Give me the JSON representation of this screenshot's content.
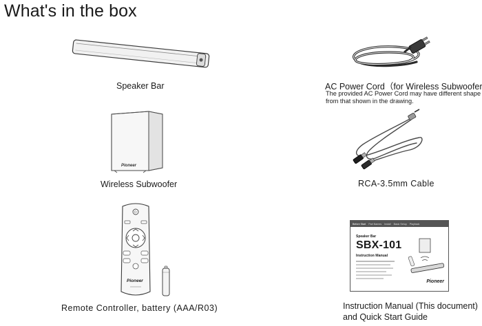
{
  "page": {
    "title": "What's in the box"
  },
  "items": [
    {
      "caption": "Speaker Bar"
    },
    {
      "caption": "AC Power Cord（for Wireless Subwoofer）",
      "note_line1": "The provided AC Power Cord may have different shape",
      "note_line2": "from that shown in the drawing."
    },
    {
      "caption": "Wireless Subwoofer"
    },
    {
      "caption": "RCA-3.5mm Cable"
    },
    {
      "caption": "Remote Controller, battery (AAA/R03)"
    },
    {
      "caption_line1": "Instruction Manual (This document)",
      "caption_line2": "and Quick Start Guide"
    }
  ],
  "graphics": {
    "brand": "Pioneer",
    "manual_tabs": [
      "Before Start",
      "Part Names",
      "Install",
      "Basic Setup",
      "Playback"
    ],
    "manual_subtitle": "Speaker Bar",
    "manual_model": "SBX-101",
    "manual_doc": "Instruction Manual"
  }
}
